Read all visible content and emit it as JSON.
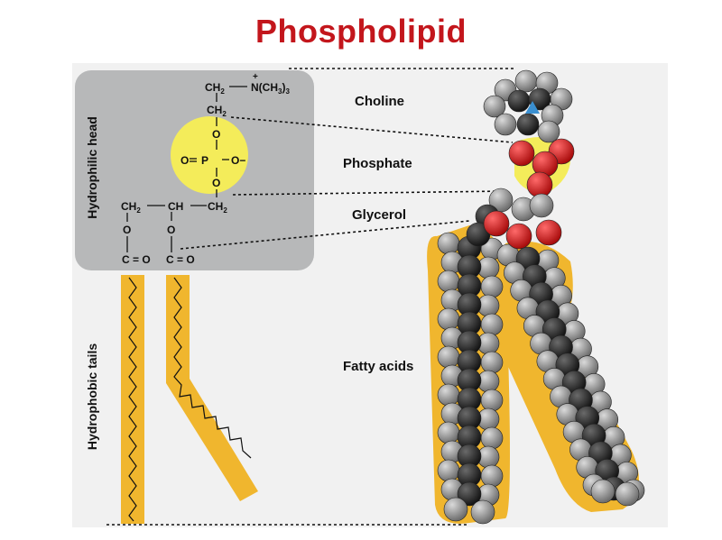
{
  "title": "Phospholipid",
  "side_labels": {
    "head": "Hydrophilic head",
    "tails": "Hydrophobic tails"
  },
  "group_labels": {
    "choline": "Choline",
    "phosphate": "Phosphate",
    "glycerol": "Glycerol",
    "fatty_acids": "Fatty acids"
  },
  "formula": {
    "ch2": "CH",
    "sub2": "2",
    "nme3_prefix": "N(CH",
    "nme3_sub": "3",
    "nme3_suffix": ")",
    "nme3_count": "3",
    "plus": "+",
    "o": "O",
    "p": "P",
    "o_minus": "O−",
    "ch": "CH",
    "carbonyl": "C = O"
  },
  "colors": {
    "title": "#c3161c",
    "head_box": "#b7b8b9",
    "phosphate_circle": "#f4ec5a",
    "tail_fill": "#f0b62e",
    "oxygen": "#d81a1a",
    "carbon": "#262626",
    "hydrogen": "#9a9a9a",
    "nitrogen": "#3a8fd0"
  }
}
